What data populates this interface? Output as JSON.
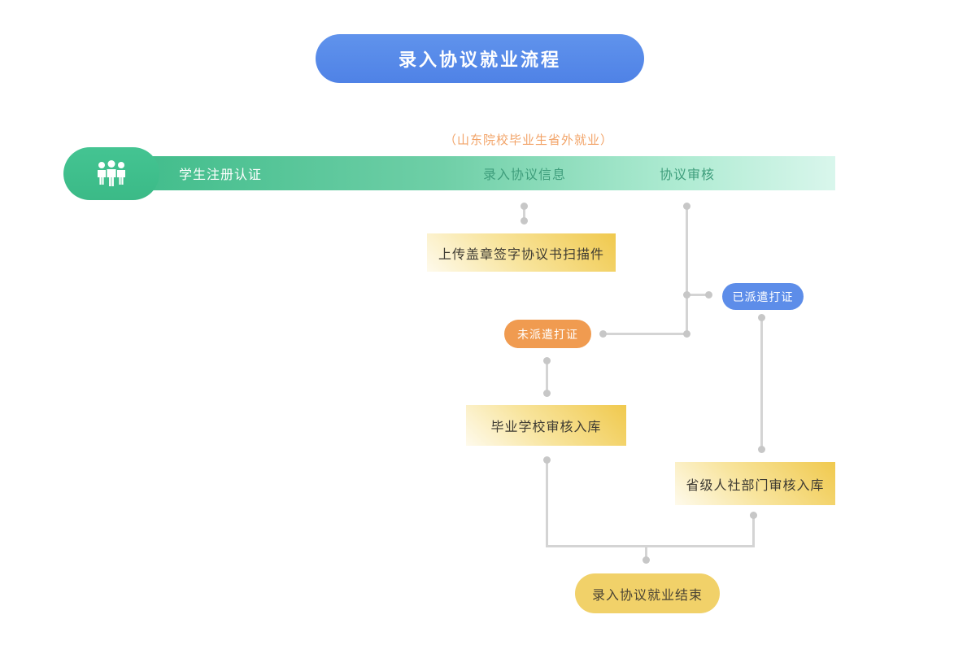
{
  "title": "录入协议就业流程",
  "subtitle": "（山东院校毕业生省外就业）",
  "stage_bar": {
    "icon": "group-people-icon",
    "stages": [
      {
        "label": "学生注册认证"
      },
      {
        "label": "录入协议信息"
      },
      {
        "label": "协议审核"
      }
    ]
  },
  "nodes": {
    "upload_box": "上传盖章签字协议书扫描件",
    "dispatched_pill": "已派遣打证",
    "not_dispatched_pill": "未派遣打证",
    "school_review_box": "毕业学校审核入库",
    "province_review_box": "省级人社部门审核入库",
    "end_pill": "录入协议就业结束"
  },
  "colors": {
    "title_blue": "#5588E8",
    "subtitle_orange": "#F2A469",
    "bar_green_start": "#3FBC8A",
    "bar_green_end": "#D9F6EC",
    "blob_green": "#3EC08D",
    "stage_text_green": "#3F9E7C",
    "pill_blue": "#5D8DE9",
    "pill_orange": "#F09B50",
    "pill_yellow": "#F1D169",
    "box_gold_light": "#FEFAEC",
    "box_gold_dark": "#F0C94E",
    "connector_gray": "#D4D4D4"
  }
}
